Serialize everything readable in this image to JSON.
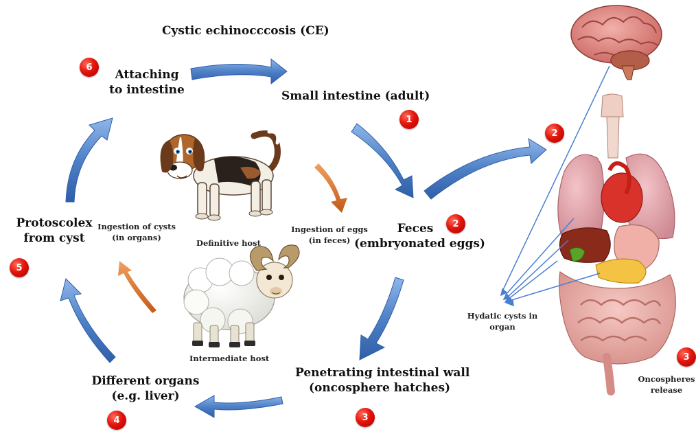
{
  "title": "Cystic echinocccosis (CE)",
  "stages": {
    "s1": "Small intestine (adult)",
    "s2_line1": "Feces",
    "s2_line2": "(embryonated eggs)",
    "s3_line1": "Penetrating intestinal wall",
    "s3_line2": "(oncosphere hatches)",
    "s4_line1": "Different organs",
    "s4_line2": "(e.g. liver)",
    "s5_line1": "Protoscolex",
    "s5_line2": "from cyst",
    "s6_line1": "Attaching",
    "s6_line2": "to intestine"
  },
  "inner_labels": {
    "ingest_eggs_1": "Ingestion of eggs",
    "ingest_eggs_2": "(in feces)",
    "ingest_cysts_1": "Ingestion of cysts",
    "ingest_cysts_2": "(in organs)",
    "definitive_host": "Definitive host",
    "intermediate_host": "Intermediate  host"
  },
  "right_labels": {
    "hydatid_1": "Hydatic cysts in",
    "hydatid_2": "organ",
    "onco_1": "Oncospheres",
    "onco_2": "release"
  },
  "badges": [
    "1",
    "2",
    "3",
    "4",
    "5",
    "6",
    "2",
    "3"
  ],
  "colors": {
    "cycle_arrow": "#4f81c7",
    "inner_arrow": "#d9702a",
    "badge": "#e3140b",
    "pointer_line": "#4a7fd0"
  },
  "icons": [
    "dog-icon",
    "sheep-icon",
    "brain-icon",
    "organs-icon"
  ]
}
